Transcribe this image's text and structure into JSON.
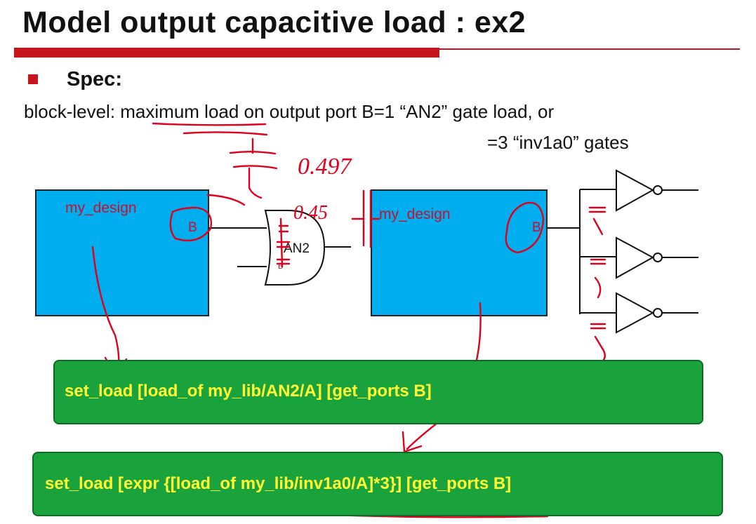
{
  "slide": {
    "title": "Model output capacitive load : ex2",
    "bullet": "Spec:",
    "spec_line1": "block-level: maximum load on output port B=1 “AN2” gate load, or",
    "spec_line2": "=3 “inv1a0” gates"
  },
  "diagram": {
    "left_block_label": "my_design",
    "left_port_label": "B",
    "gate_label": "AN2",
    "gate_pin_label": "B",
    "right_block_label": "my_design",
    "right_port_label": "B"
  },
  "commands": {
    "cmd1": "set_load [load_of my_lib/AN2/A] [get_ports B]",
    "cmd2": "set_load [expr {[load_of my_lib/inv1a0/A]*3}] [get_ports B]"
  },
  "annotations": {
    "handwriting_1": "0.497",
    "handwriting_2": "0.45"
  },
  "colors": {
    "accent_red": "#c4161c",
    "block_blue": "#00aeef",
    "cmd_green": "#1aa33c",
    "cmd_text_yellow": "#ffff33",
    "pen_red": "#e0001b"
  }
}
